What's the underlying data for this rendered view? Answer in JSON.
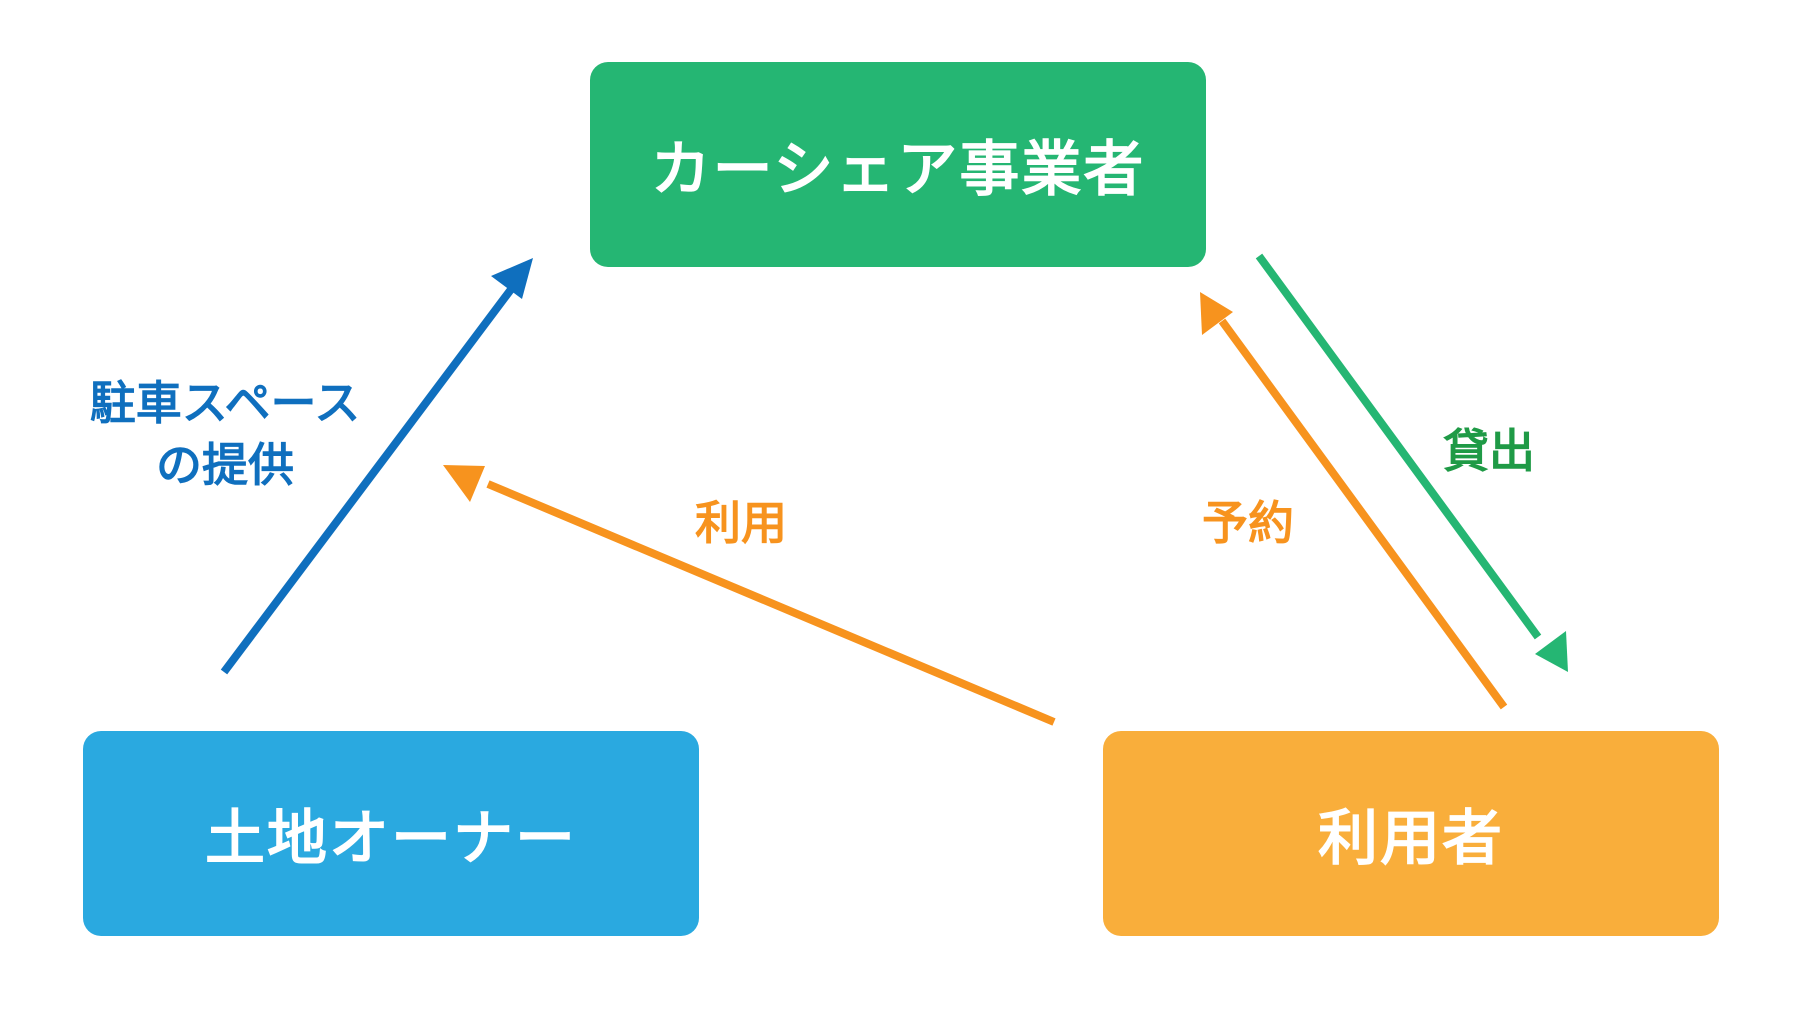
{
  "colors": {
    "green": "#25b673",
    "blue": "#2aa9e0",
    "orange": "#f9ae3b",
    "arrow_blue": "#0f6fbe",
    "arrow_orange": "#f7931e",
    "arrow_green": "#25b673",
    "label_green": "#1f9a46"
  },
  "nodes": {
    "operator": {
      "label": "カーシェア事業者"
    },
    "owner": {
      "label": "土地オーナー"
    },
    "user": {
      "label": "利用者"
    }
  },
  "edges": {
    "parking": {
      "label_line1": "駐車スペース",
      "label_line2": "の提供"
    },
    "lend": {
      "label": "貸出"
    },
    "reserve": {
      "label": "予約"
    },
    "use": {
      "label": "利用"
    }
  }
}
